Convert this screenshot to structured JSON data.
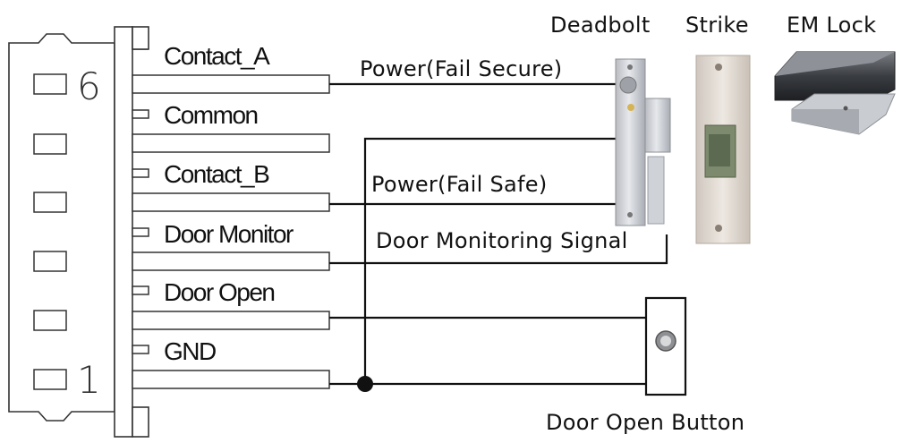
{
  "connector": {
    "pin_high": "6",
    "pin_low": "1",
    "pins": [
      {
        "label": "Contact_A"
      },
      {
        "label": "Common"
      },
      {
        "label": "Contact_B"
      },
      {
        "label": "Door Monitor"
      },
      {
        "label": "Door Open"
      },
      {
        "label": "GND"
      }
    ]
  },
  "signals": {
    "power_fail_secure": "Power(Fail Secure)",
    "power_fail_safe": "Power(Fail Safe)",
    "door_monitoring": "Door Monitoring Signal"
  },
  "devices": {
    "deadbolt": "Deadbolt",
    "strike": "Strike",
    "em_lock": "EM Lock",
    "door_open_button": "Door Open Button"
  }
}
